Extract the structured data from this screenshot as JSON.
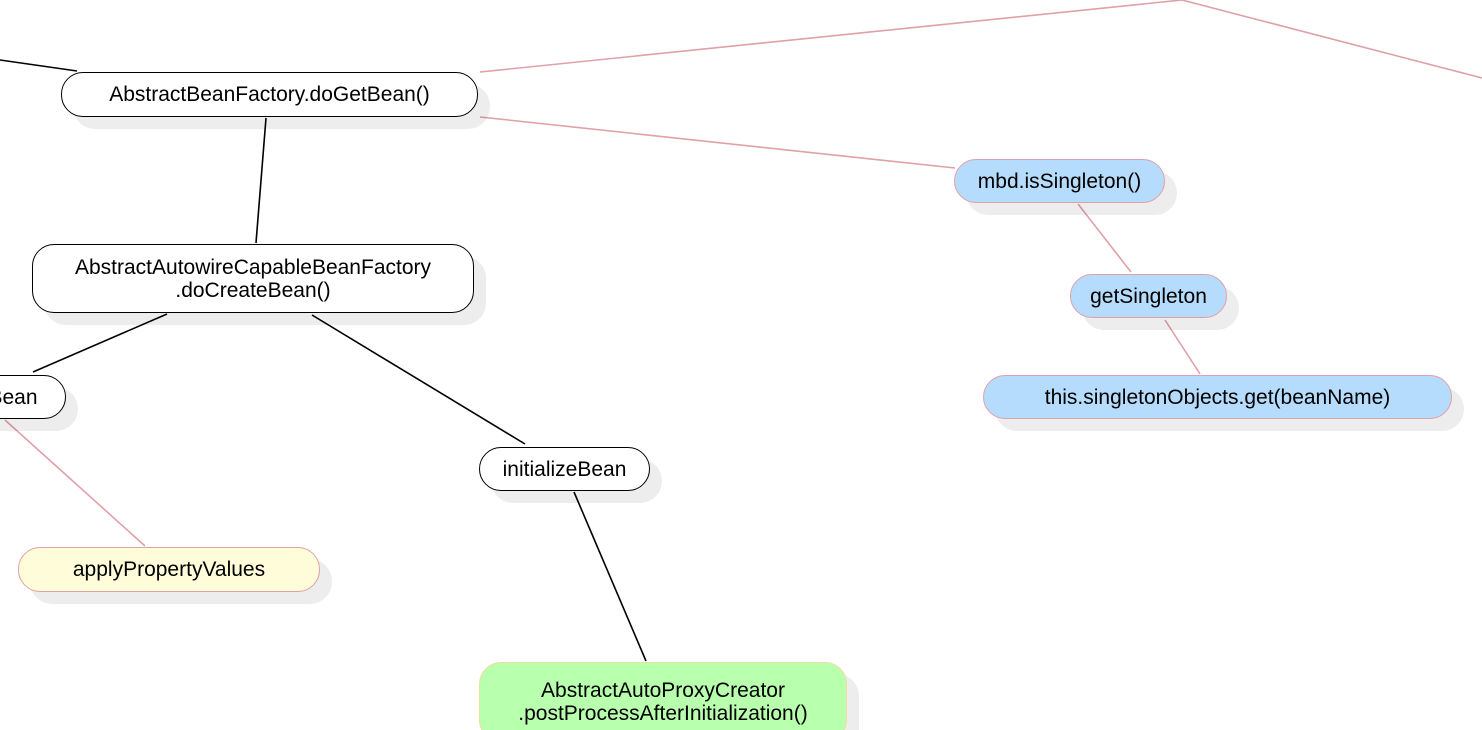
{
  "diagram": {
    "nodes": [
      {
        "id": "doGetBean",
        "name": "node-abstract-bean-factory-do-get-bean",
        "label": "AbstractBeanFactory.doGetBean()",
        "style": "plain"
      },
      {
        "id": "doCreateBean",
        "name": "node-abstract-autowire-capable-bean-factory-do-create-bean",
        "label": "AbstractAutowireCapableBeanFactory\n.doCreateBean()",
        "style": "plain"
      },
      {
        "id": "populateBean",
        "name": "node-populate-bean-partial",
        "label": "Bean",
        "style": "plain"
      },
      {
        "id": "applyPropertyValues",
        "name": "node-apply-property-values",
        "label": "applyPropertyValues",
        "style": "yellow"
      },
      {
        "id": "initializeBean",
        "name": "node-initialize-bean",
        "label": "initializeBean",
        "style": "plain"
      },
      {
        "id": "postProcess",
        "name": "node-abstract-auto-proxy-creator-post-process",
        "label": "AbstractAutoProxyCreator\n.postProcessAfterInitialization()",
        "style": "green"
      },
      {
        "id": "isSingleton",
        "name": "node-mbd-is-singleton",
        "label": "mbd.isSingleton()",
        "style": "blue"
      },
      {
        "id": "getSingleton",
        "name": "node-get-singleton",
        "label": "getSingleton",
        "style": "blue"
      },
      {
        "id": "singletonObjectsGet",
        "name": "node-singleton-objects-get",
        "label": "this.singletonObjects.get(beanName)",
        "style": "blue"
      }
    ],
    "edges": [
      {
        "from": "offscreen-left",
        "to": "doGetBean",
        "color": "#000000"
      },
      {
        "from": "doGetBean",
        "to": "offscreen-top-right",
        "color": "#e0a0a8"
      },
      {
        "from": "doGetBean",
        "to": "isSingleton",
        "color": "#e0a0a8"
      },
      {
        "from": "doGetBean",
        "to": "doCreateBean",
        "color": "#000000"
      },
      {
        "from": "doCreateBean",
        "to": "populateBean",
        "color": "#000000"
      },
      {
        "from": "doCreateBean",
        "to": "initializeBean",
        "color": "#000000"
      },
      {
        "from": "populateBean",
        "to": "applyPropertyValues",
        "color": "#e0a0a8"
      },
      {
        "from": "initializeBean",
        "to": "postProcess",
        "color": "#000000"
      },
      {
        "from": "isSingleton",
        "to": "getSingleton",
        "color": "#e0a0a8"
      },
      {
        "from": "getSingleton",
        "to": "singletonObjectsGet",
        "color": "#e0a0a8"
      }
    ]
  },
  "colors": {
    "plain_fill": "#ffffff",
    "plain_border": "#000000",
    "blue_fill": "#b5dcfc",
    "yellow_fill": "#fefcd9",
    "green_fill": "#b8ffae",
    "pink_connector": "#e0a0a8",
    "black_connector": "#000000"
  }
}
